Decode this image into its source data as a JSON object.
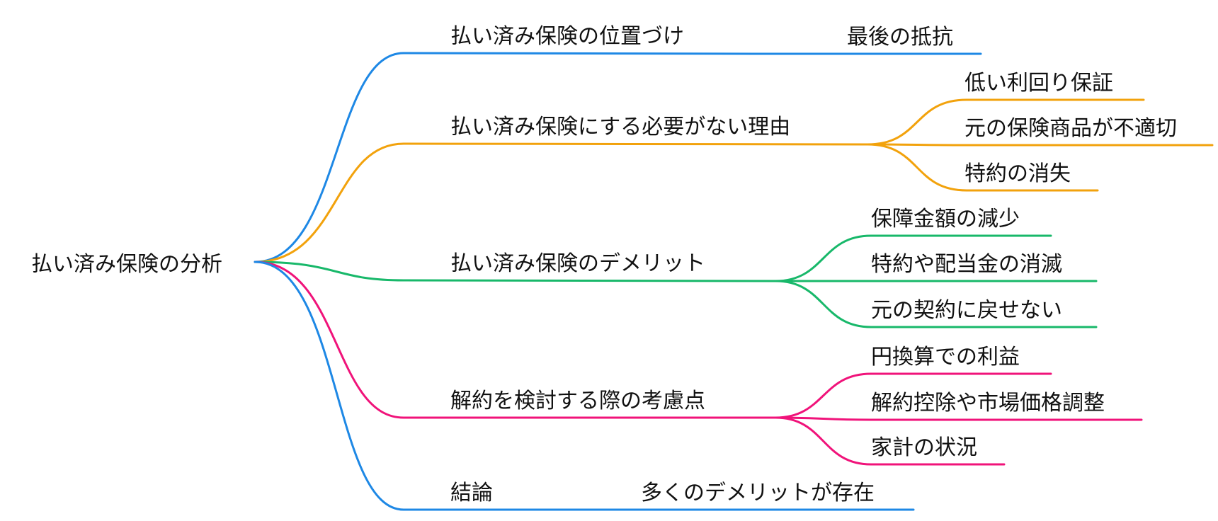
{
  "mindmap": {
    "root": {
      "label": "払い済み保険の分析"
    },
    "branches": [
      {
        "label": "払い済み保険の位置づけ",
        "color": "#1E88E5",
        "children": [
          {
            "label": "最後の抵抗"
          }
        ]
      },
      {
        "label": "払い済み保険にする必要がない理由",
        "color": "#F2A20C",
        "children": [
          {
            "label": "低い利回り保証"
          },
          {
            "label": "元の保険商品が不適切"
          },
          {
            "label": "特約の消失"
          }
        ]
      },
      {
        "label": "払い済み保険のデメリット",
        "color": "#18B86A",
        "children": [
          {
            "label": "保障金額の減少"
          },
          {
            "label": "特約や配当金の消滅"
          },
          {
            "label": "元の契約に戻せない"
          }
        ]
      },
      {
        "label": "解約を検討する際の考慮点",
        "color": "#F0137A",
        "children": [
          {
            "label": "円換算での利益"
          },
          {
            "label": "解約控除や市場価格調整"
          },
          {
            "label": "家計の状況"
          }
        ]
      },
      {
        "label": "結論",
        "color": "#1E88E5",
        "children": [
          {
            "label": "多くのデメリットが存在"
          }
        ]
      }
    ]
  }
}
